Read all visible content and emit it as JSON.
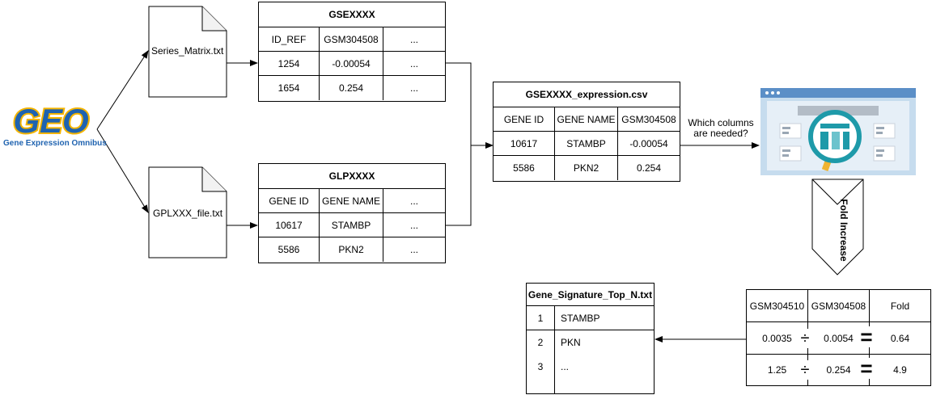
{
  "logo": {
    "name": "GEO",
    "subtitle": "Gene Expression Omnibus",
    "colors": {
      "blue": "#1f63b0",
      "yellow": "#f4b400"
    }
  },
  "documents": {
    "series_matrix": "Series_Matrix.txt",
    "gpl_file": "GPLXXX_file.txt"
  },
  "gse_table": {
    "title": "GSEXXXX",
    "header": [
      "ID_REF",
      "GSM304508",
      "..."
    ],
    "rows": [
      [
        "1254",
        "-0.00054",
        "..."
      ],
      [
        "1654",
        "0.254",
        "..."
      ]
    ]
  },
  "glp_table": {
    "title": "GLPXXXX",
    "header": [
      "GENE ID",
      "GENE NAME",
      "..."
    ],
    "rows": [
      [
        "10617",
        "STAMBP",
        "..."
      ],
      [
        "5586",
        "PKN2",
        "..."
      ]
    ]
  },
  "expression_table": {
    "title": "GSEXXXX_expression.csv",
    "header": [
      "GENE ID",
      "GENE NAME",
      "GSM304508"
    ],
    "rows": [
      [
        "10617",
        "STAMBP",
        "-0.00054"
      ],
      [
        "5586",
        "PKN2",
        "0.254"
      ]
    ]
  },
  "question_label": [
    "Which columns",
    "are needed?"
  ],
  "fold_arrow_label": "Fold Increase",
  "fold_table": {
    "header": [
      "GSM304510",
      "GSM304508",
      "Fold"
    ],
    "rows": [
      [
        "0.0035",
        "0.0054",
        "0.64"
      ],
      [
        "1.25",
        "0.254",
        "4.9"
      ]
    ],
    "divide_symbol": "÷",
    "equals_symbol": "="
  },
  "signature_table": {
    "title": "Gene_Signature_Top_N.txt",
    "rows": [
      [
        "1",
        "STAMBP"
      ],
      [
        "2",
        "PKN"
      ],
      [
        "3",
        "..."
      ]
    ]
  },
  "analysis_icon": {
    "name": "magnifier-dashboard-icon",
    "colors": {
      "frame": "#b9d4ea",
      "bar": "#5b8fc7",
      "glass": "#1e9aa9",
      "handle": "#f0b431"
    }
  }
}
